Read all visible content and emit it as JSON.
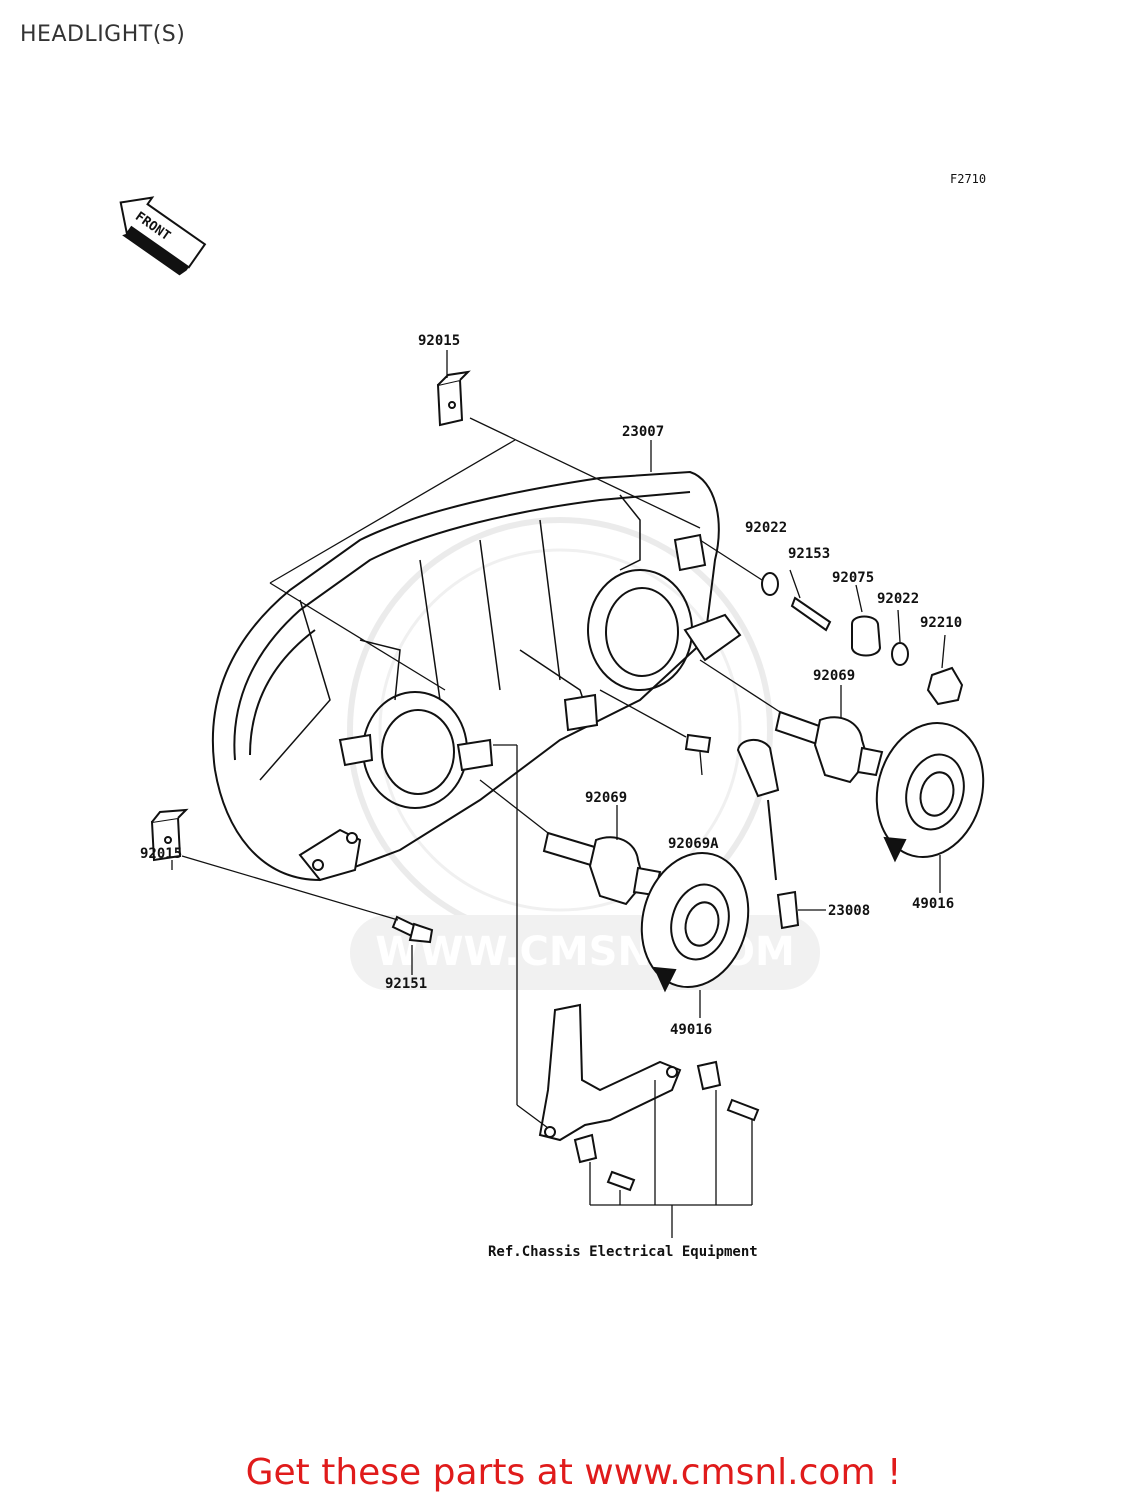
{
  "title": "HEADLIGHT(S)",
  "figure_code": "F2710",
  "front_arrow_label": "FRONT",
  "watermark": "WWW.CMSNL.COM",
  "reference_note": "Ref.Chassis Electrical Equipment",
  "cta": "Get these parts at www.cmsnl.com !",
  "colors": {
    "cta": "#e01b1b",
    "line": "#111111",
    "watermark": "#e6e6e6"
  },
  "parts": [
    {
      "id": "p1",
      "number": "92015"
    },
    {
      "id": "p2",
      "number": "23007"
    },
    {
      "id": "p3",
      "number": "92022"
    },
    {
      "id": "p4",
      "number": "92153"
    },
    {
      "id": "p5",
      "number": "92075"
    },
    {
      "id": "p6",
      "number": "92022"
    },
    {
      "id": "p7",
      "number": "92210"
    },
    {
      "id": "p8",
      "number": "92069"
    },
    {
      "id": "p9",
      "number": "92015"
    },
    {
      "id": "p10",
      "number": "92069"
    },
    {
      "id": "p11",
      "number": "92069A"
    },
    {
      "id": "p12",
      "number": "49016"
    },
    {
      "id": "p13",
      "number": "23008"
    },
    {
      "id": "p14",
      "number": "92151"
    },
    {
      "id": "p15",
      "number": "49016"
    }
  ]
}
